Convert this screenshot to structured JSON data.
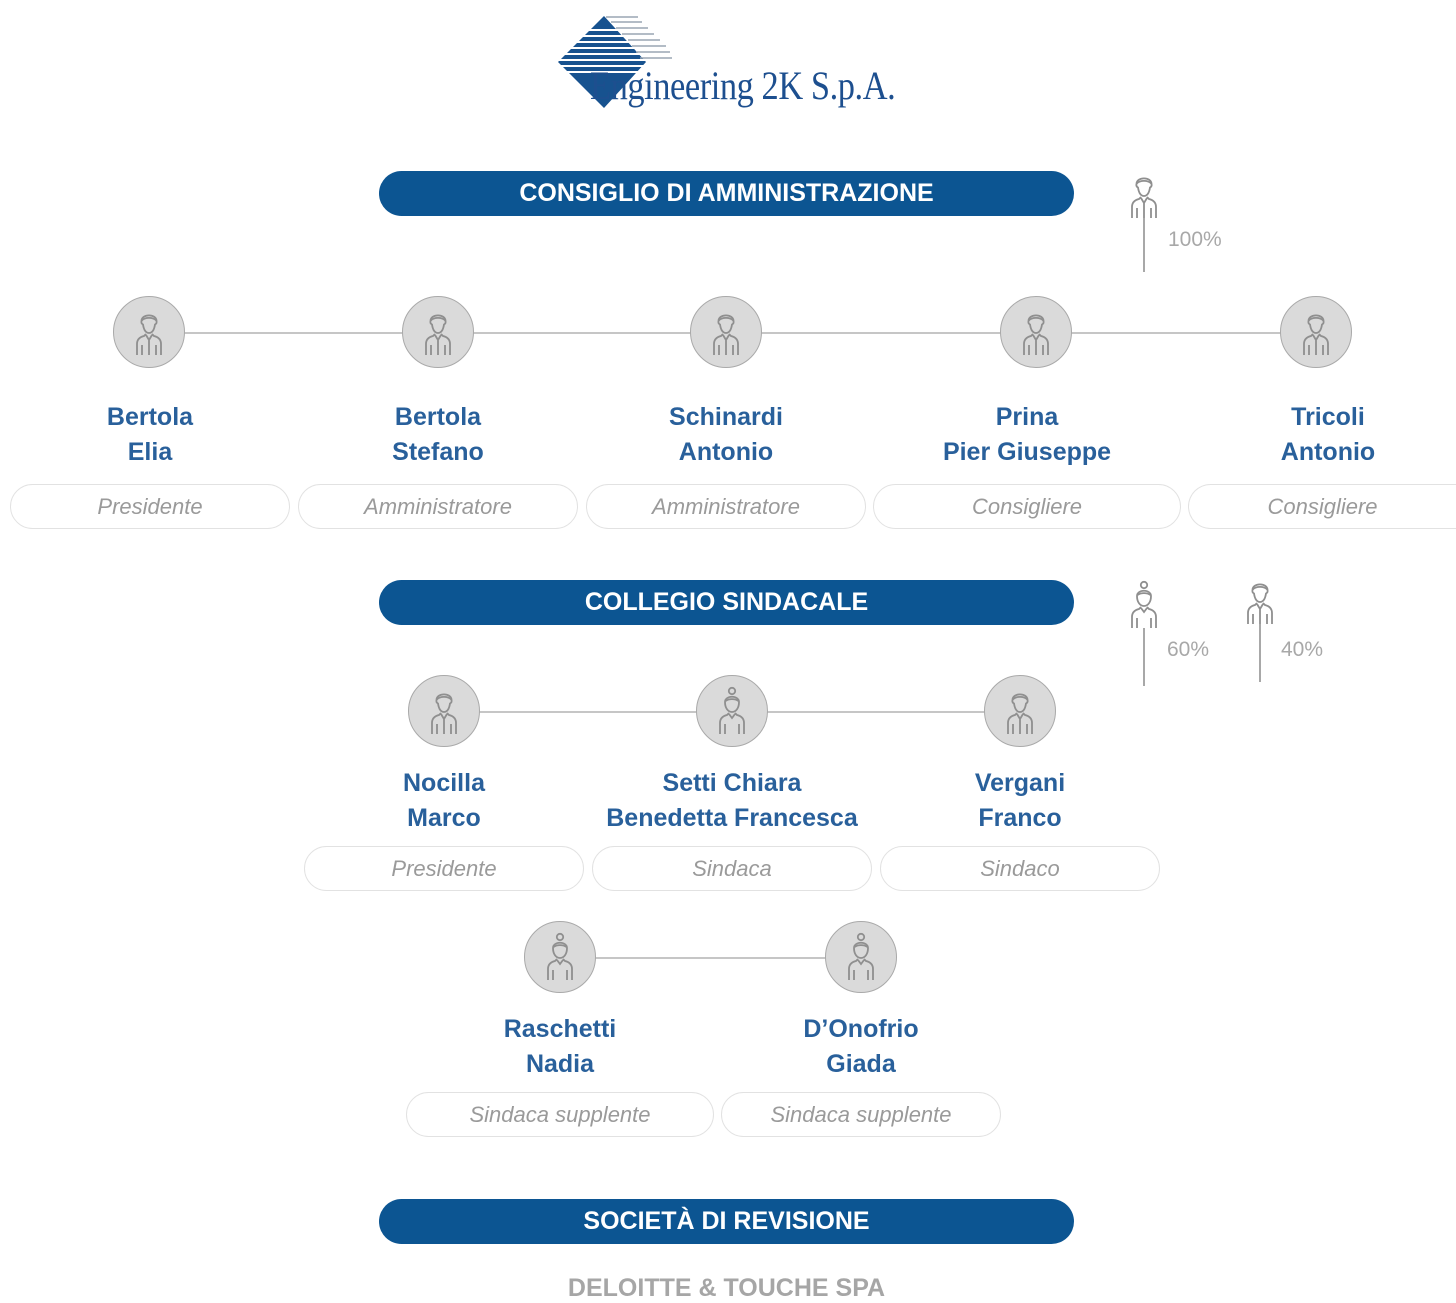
{
  "logo": {
    "text": "Engineering 2K S.p.A."
  },
  "colors": {
    "header_bg": "#0c5592",
    "name": "#29609b",
    "role": "#9a9a9a",
    "stat": "#a8a8a8"
  },
  "consiglio": {
    "title": "CONSIGLIO DI AMMINISTRAZIONE",
    "stats": [
      {
        "icon": "male-figure-icon",
        "value": "100%"
      }
    ],
    "members": [
      {
        "surname": "Bertola",
        "first_name": "Elia",
        "role": "Presidente",
        "icon": "male-avatar-icon"
      },
      {
        "surname": "Bertola",
        "first_name": "Stefano",
        "role": "Amministratore",
        "icon": "male-avatar-icon"
      },
      {
        "surname": "Schinardi",
        "first_name": "Antonio",
        "role": "Amministratore",
        "icon": "male-avatar-icon"
      },
      {
        "surname": "Prina",
        "first_name": "Pier Giuseppe",
        "role": "Consigliere",
        "icon": "male-avatar-icon"
      },
      {
        "surname": "Tricoli",
        "first_name": "Antonio",
        "role": "Consigliere",
        "icon": "male-avatar-icon"
      }
    ]
  },
  "collegio": {
    "title": "COLLEGIO SINDACALE",
    "stats": [
      {
        "icon": "female-figure-icon",
        "value": "60%"
      },
      {
        "icon": "male-figure-icon",
        "value": "40%"
      }
    ],
    "members": [
      {
        "surname": "Nocilla",
        "first_name": "Marco",
        "role": "Presidente",
        "icon": "male-avatar-icon"
      },
      {
        "surname": "Setti Chiara",
        "first_name": "Benedetta Francesca",
        "role": "Sindaca",
        "icon": "female-avatar-icon"
      },
      {
        "surname": "Vergani",
        "first_name": "Franco",
        "role": "Sindaco",
        "icon": "male-avatar-icon"
      },
      {
        "surname": "Raschetti",
        "first_name": "Nadia",
        "role": "Sindaca supplente",
        "icon": "female-avatar-icon"
      },
      {
        "surname": "D’Onofrio",
        "first_name": "Giada",
        "role": "Sindaca supplente",
        "icon": "female-avatar-icon"
      }
    ]
  },
  "revisione": {
    "title": "SOCIETÀ DI REVISIONE",
    "auditor": "DELOITTE & TOUCHE SPA"
  }
}
